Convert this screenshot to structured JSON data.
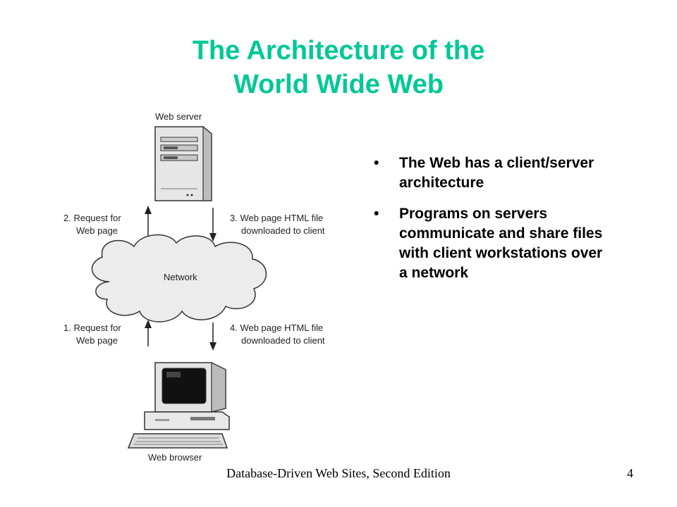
{
  "slide": {
    "title_line1": "The Architecture of the",
    "title_line2": "World Wide Web",
    "bullets": [
      "The Web has a client/server architecture",
      "Programs on servers communicate and share files with client workstations over a network"
    ],
    "footer": "Database-Driven Web Sites, Second Edition",
    "page_number": "4",
    "title_color": "#00c896"
  },
  "diagram": {
    "server_label": "Web server",
    "network_label": "Network",
    "browser_label": "Web browser",
    "step2_line1": "2. Request for",
    "step2_line2": "Web page",
    "step3_line1": "3. Web page HTML file",
    "step3_line2": "downloaded to client",
    "step1_line1": "1. Request for",
    "step1_line2": "Web page",
    "step4_line1": "4. Web page HTML file",
    "step4_line2": "downloaded to client",
    "server_icon": "server-tower-icon",
    "client_icon": "desktop-computer-icon",
    "network_icon": "cloud-icon"
  }
}
